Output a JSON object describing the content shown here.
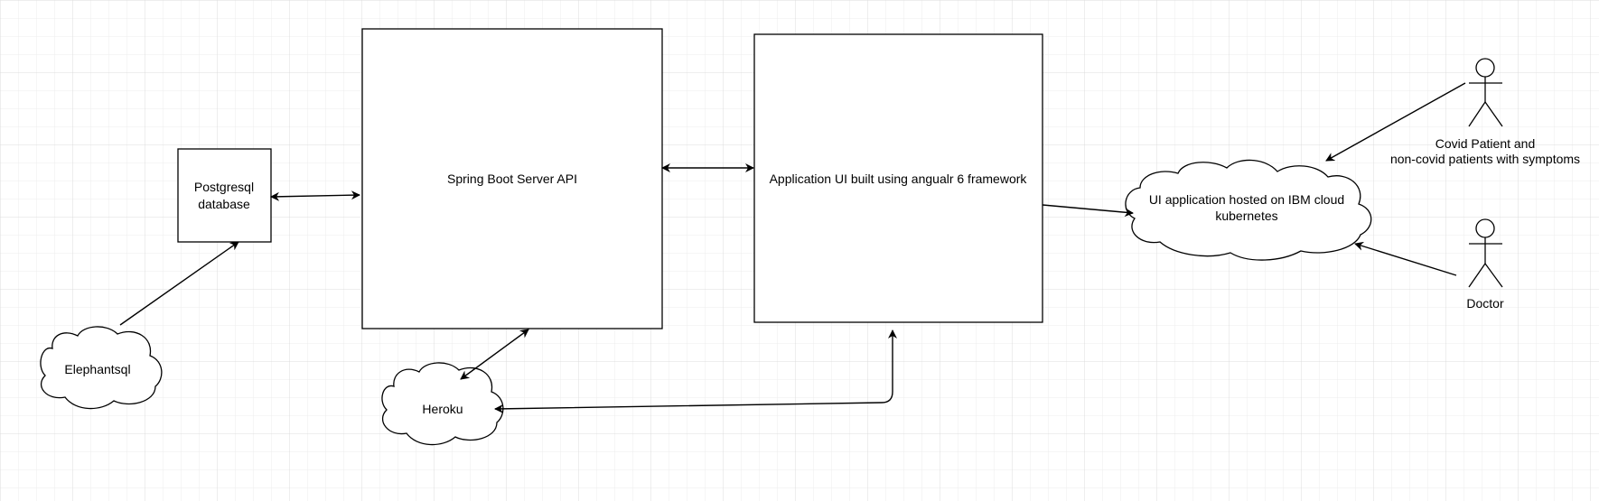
{
  "nodes": {
    "postgres": {
      "line1": "Postgresql",
      "line2": "database"
    },
    "spring": {
      "label": "Spring Boot Server API"
    },
    "angular": {
      "label": "Application UI built using angualr 6 framework"
    },
    "ibm_cloud": {
      "line1": "UI application hosted on IBM cloud",
      "line2": "kubernetes"
    },
    "elephantsql": {
      "label": "Elephantsql"
    },
    "heroku": {
      "label": "Heroku"
    },
    "patient": {
      "line1": "Covid Patient and",
      "line2": "non-covid patients with symptoms"
    },
    "doctor": {
      "label": "Doctor"
    }
  },
  "colors": {
    "grid_minor": "#ececec",
    "grid_major": "#dcdcdc",
    "stroke": "#000000"
  }
}
